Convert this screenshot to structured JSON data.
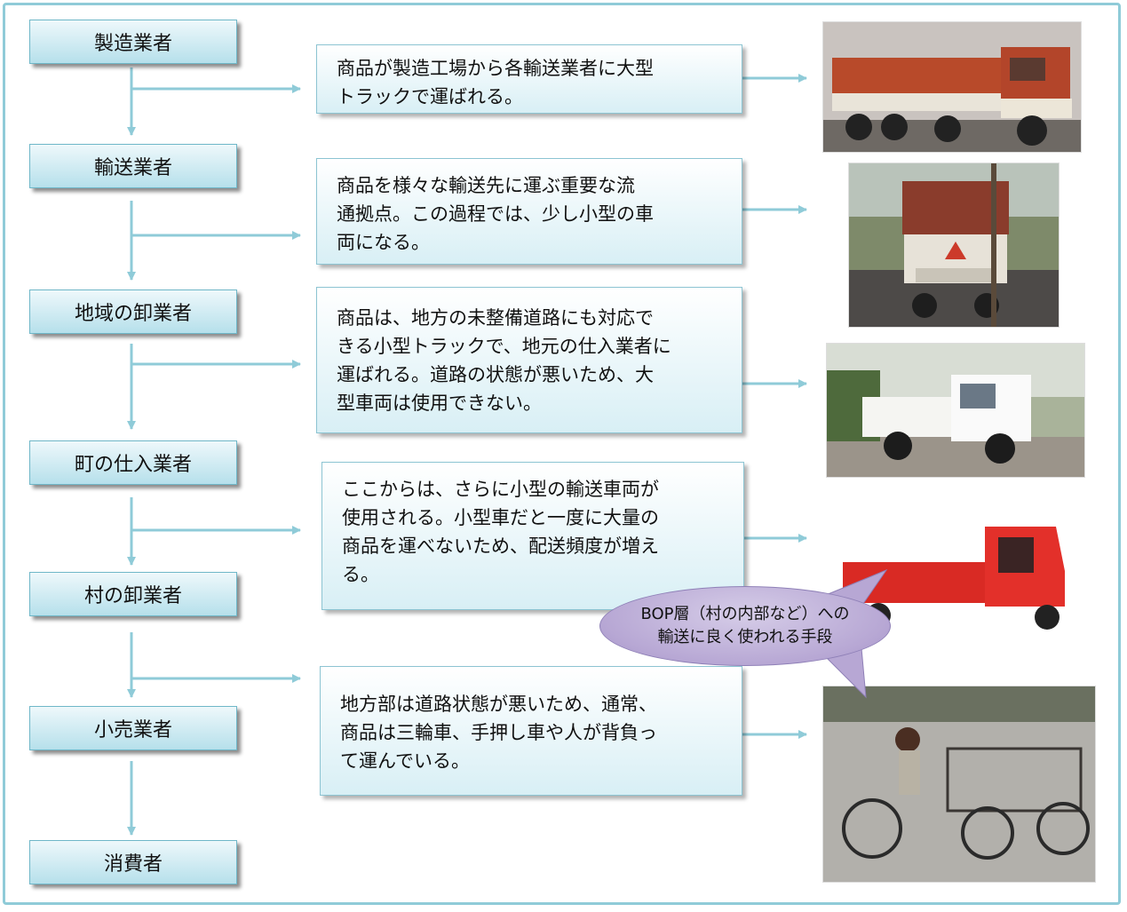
{
  "stages": [
    "製造業者",
    "輸送業者",
    "地域の卸業者",
    "町の仕入業者",
    "村の卸業者",
    "小売業者",
    "消費者"
  ],
  "descriptions": [
    "商品が製造工場から各輸送業者に大型\nトラックで運ばれる。",
    "商品を様々な輸送先に運ぶ重要な流\n通拠点。この過程では、少し小型の車\n両になる。",
    "商品は、地方の未整備道路にも対応で\nきる小型トラックで、地元の仕入業者に\n運ばれる。道路の状態が悪いため、大\n型車両は使用できない。",
    "ここからは、さらに小型の輸送車両が\n使用される。小型車だと一度に大量の\n商品を運べないため、配送頻度が増え\nる。",
    "地方部は道路状態が悪いため、通常、\n商品は三輪車、手押し車や人が背負っ\nて運んでいる。"
  ],
  "callout": "BOP層（村の内部など）への\n輸送に良く使われる手段",
  "photos": [
    {
      "icon": "large-truck-photo"
    },
    {
      "icon": "medium-truck-photo"
    },
    {
      "icon": "small-pickup-truck-photo"
    },
    {
      "icon": "three-wheeler-truck-photo"
    },
    {
      "icon": "cargo-tricycle-photo"
    }
  ],
  "colors": {
    "frame": "#8fcbd8",
    "arrow": "#8fcbd8",
    "stage_fill": "#b6e0eb",
    "callout_fill": "#b7a7d4"
  }
}
